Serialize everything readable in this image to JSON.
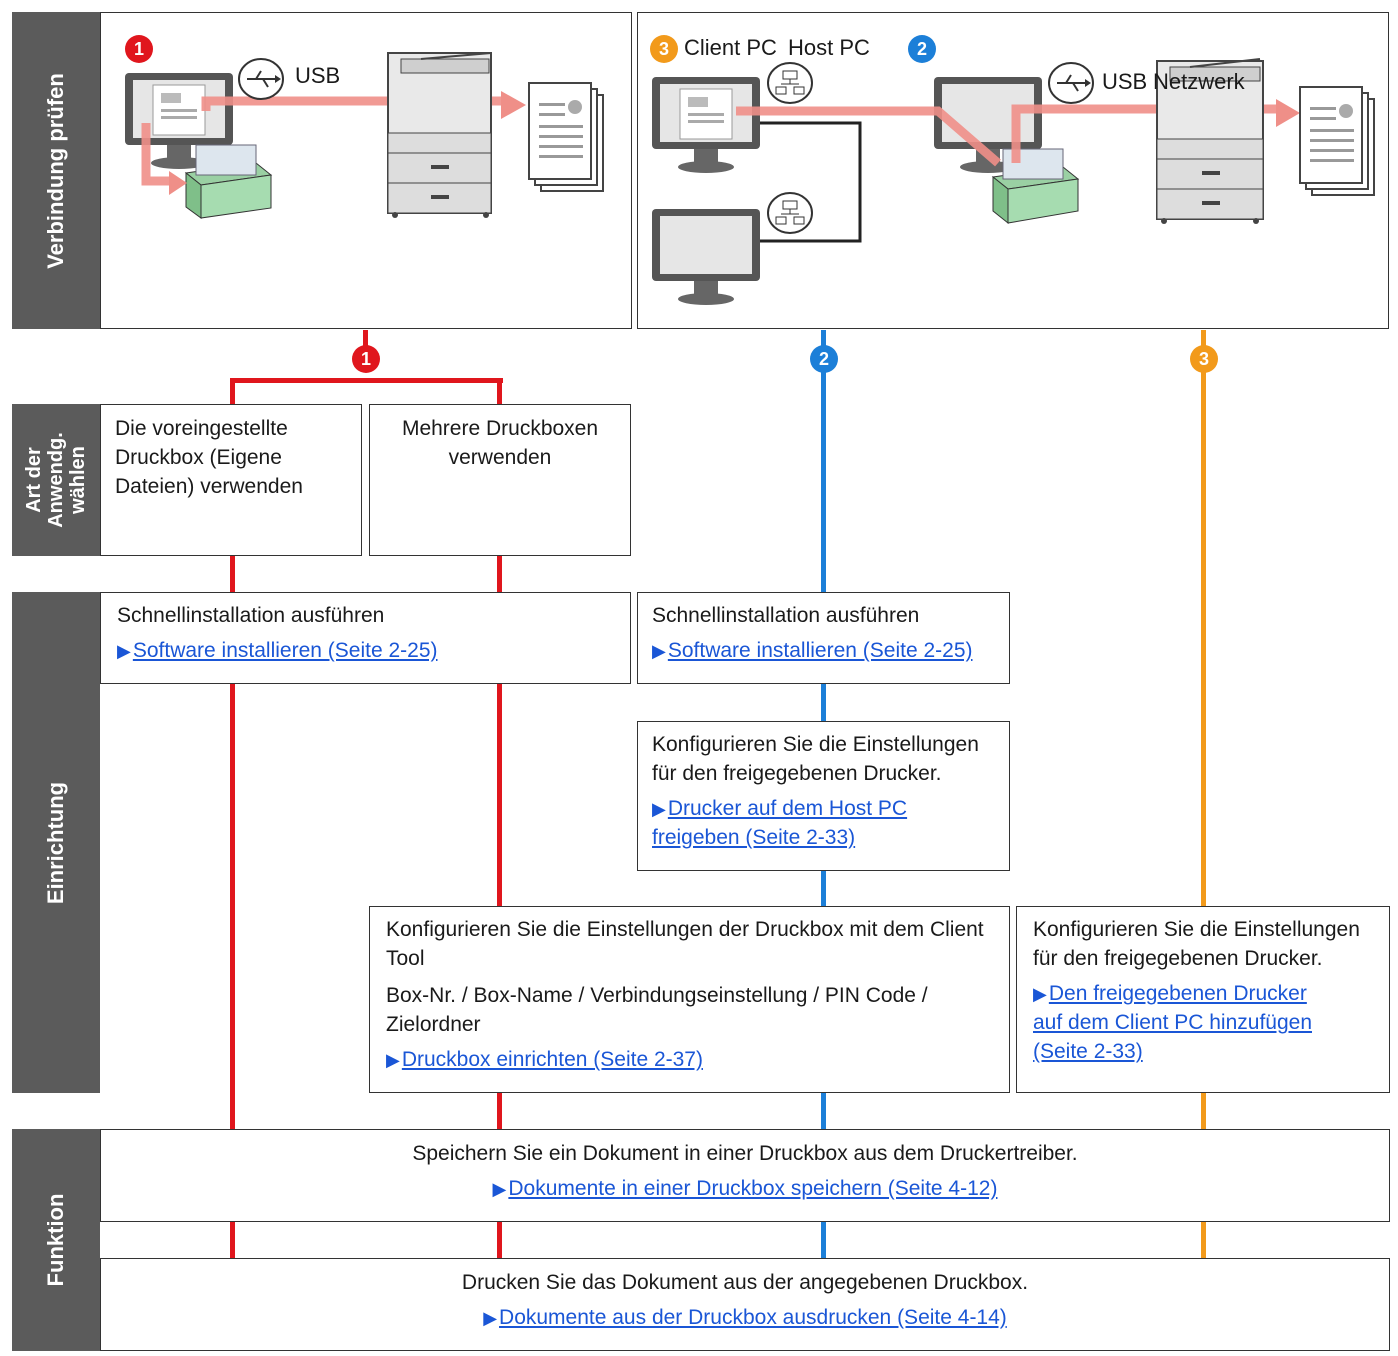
{
  "bands": {
    "connection": "Verbindung prüfen",
    "usage_line1": "Art der",
    "usage_line2": "Anwendg.",
    "usage_line3": "wählen",
    "setup": "Einrichtung",
    "function": "Funktion"
  },
  "top_left": {
    "badge": "1",
    "usb_label": "USB"
  },
  "top_right": {
    "badge_client": "3",
    "client_label": "Client PC",
    "host_label": "Host PC",
    "badge_host": "2",
    "usb_label": "USB",
    "network_label": "Netzwerk"
  },
  "route_badges": {
    "red": "1",
    "blue": "2",
    "orange": "3"
  },
  "usage": {
    "default_box": "Die voreingestellte Druckbox (Eigene Dateien) verwenden",
    "multiple_boxes": "Mehrere Druckboxen verwenden"
  },
  "setup": {
    "quick_left_title": "Schnellinstallation ausführen",
    "quick_left_link": "Software installieren (Seite 2-25)",
    "quick_right_title": "Schnellinstallation ausführen",
    "quick_right_link": "Software installieren (Seite 2-25)",
    "shared_host_title": "Konfigurieren Sie die Einstellungen für den freigegebenen Drucker.",
    "shared_host_link_1": "Drucker auf dem Host PC ",
    "shared_host_link_2": "freigeben (Seite 2-33)",
    "client_tool_title": "Konfigurieren Sie die Einstellungen der Druckbox mit dem Client Tool",
    "client_tool_items": "Box-Nr. / Box-Name / Verbindungseinstellung / PIN Code / Zielordner",
    "client_tool_link": "Druckbox einrichten (Seite 2-37)",
    "shared_client_title": "Konfigurieren Sie die Einstellungen für den freigegebenen Drucker.",
    "shared_client_link_1": "Den freigegebenen Drucker ",
    "shared_client_link_2": "auf dem Client PC hinzufügen ",
    "shared_client_link_3": "(Seite 2-33)"
  },
  "function": {
    "store_title": "Speichern Sie ein Dokument in einer Druckbox aus dem Druckertreiber.",
    "store_link": "Dokumente in einer Druckbox speichern (Seite 4-12)",
    "print_title": "Drucken Sie das Dokument aus der angegebenen Druckbox.",
    "print_link": "Dokumente aus der Druckbox ausdrucken (Seite 4-14)"
  },
  "link_marker": "▶",
  "colors": {
    "red": "#e0161d",
    "blue": "#1c7fd8",
    "orange": "#f29a1b",
    "band": "#5b5b5b",
    "link": "#1a56d6"
  }
}
